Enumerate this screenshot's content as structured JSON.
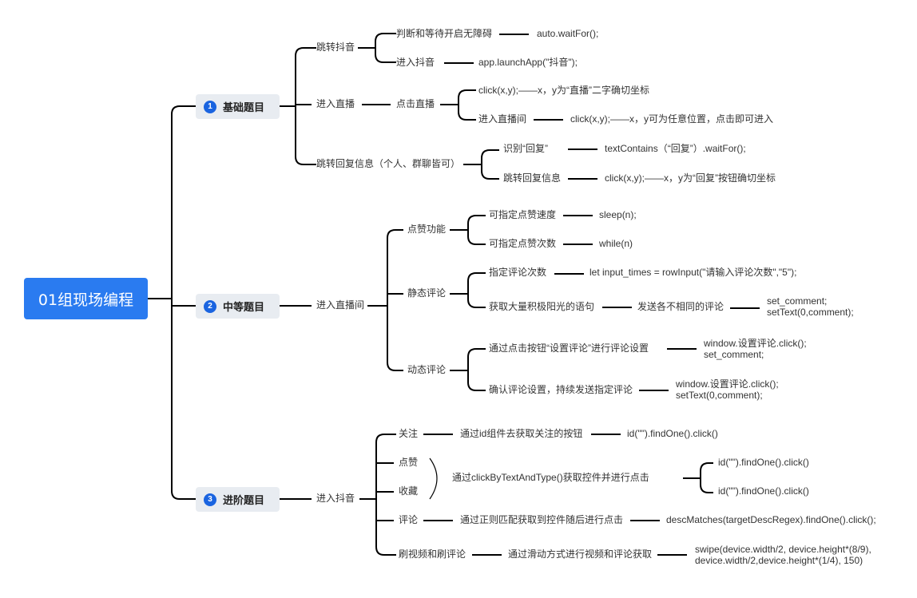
{
  "root": {
    "label": "01组现场编程"
  },
  "branches": [
    {
      "number": "1",
      "label": "基础题目"
    },
    {
      "number": "2",
      "label": "中等题目"
    },
    {
      "number": "3",
      "label": "进阶题目"
    }
  ],
  "basic": {
    "jump_douyin": "跳转抖音",
    "judge_wait": "判断和等待开启无障碍",
    "auto_wait": "auto.waitFor();",
    "enter_douyin": "进入抖音",
    "launch_app": "app.launchApp(\"抖音\");",
    "enter_live": "进入直播",
    "click_live": "点击直播",
    "click_live_code": "click(x,y);——x，y为“直播”二字确切坐标",
    "enter_live_room": "进入直播间",
    "click_room_code": "click(x,y);——x，y可为任意位置，点击即可进入",
    "jump_reply": "跳转回复信息（个人、群聊皆可）",
    "identify_reply": "识别“回复”",
    "text_contains": "textContains（“回复”）.waitFor();",
    "jump_reply_info": "跳转回复信息",
    "click_reply_code": "click(x,y);——x，y为“回复”按钮确切坐标"
  },
  "medium": {
    "enter_live_room": "进入直播间",
    "like_func": "点赞功能",
    "like_speed": "可指定点赞速度",
    "sleep": "sleep(n);",
    "like_count": "可指定点赞次数",
    "while": "while(n)",
    "static_comment": "静态评论",
    "comment_times": "指定评论次数",
    "input_times": "let  input_times = rowInput(\"请输入评论次数\",\"5\");",
    "get_sentences": "获取大量积极阳光的语句",
    "send_diff": "发送各不相同的评论",
    "set_comment_code": "set_comment;\nsetText(0,comment);",
    "dynamic_comment": "动态评论",
    "click_set_btn": "通过点击按钮“设置评论”进行评论设置",
    "window_set_code": "window.设置评论.click();\nset_comment;",
    "confirm_send": "确认评论设置，持续发送指定评论",
    "window_send_code": "window.设置评论.click();\nsetText(0,comment);"
  },
  "advanced": {
    "enter_douyin": "进入抖音",
    "follow": "关注",
    "follow_desc": "通过id组件去获取关注的按钮",
    "follow_code": "id(\"\").findOne().click()",
    "like": "点赞",
    "collect": "收藏",
    "click_by_text": "通过clickByTextAndType()获取控件并进行点击",
    "like_code": "id(\"\").findOne().click()",
    "collect_code": "id(\"\").findOne().click()",
    "comment": "评论",
    "regex_desc": "通过正则匹配获取到控件随后进行点击",
    "regex_code": "descMatches(targetDescRegex).findOne().click();",
    "swipe": "刷视频和刷评论",
    "swipe_desc": "通过滑动方式进行视频和评论获取",
    "swipe_code": "swipe(device.width/2, device.height*(8/9),\ndevice.width/2,device.height*(1/4), 150)"
  },
  "colors": {
    "root_bg": "#2a7bf0",
    "badge": "#1a64e0",
    "branch_bg": "#e8ecf1",
    "line": "#000000"
  }
}
